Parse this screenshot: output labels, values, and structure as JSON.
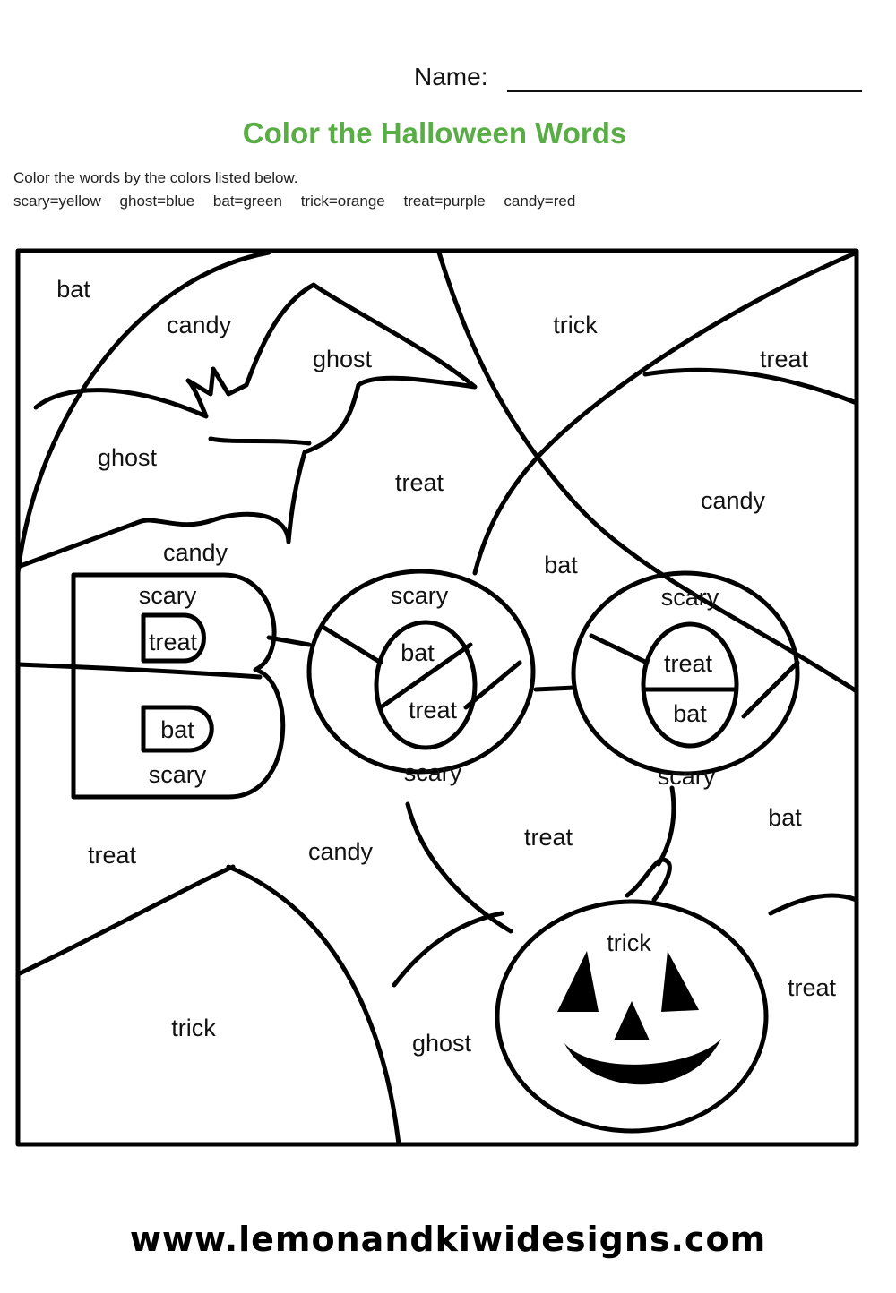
{
  "header": {
    "name_label": "Name:",
    "title": "Color the Halloween Words",
    "instruction": "Color the words by the colors listed below.",
    "key": [
      "scary=yellow",
      "ghost=blue",
      "bat=green",
      "trick=orange",
      "treat=purple",
      "candy=red"
    ]
  },
  "words": [
    "bat",
    "candy",
    "ghost",
    "trick",
    "treat",
    "ghost",
    "treat",
    "candy",
    "candy",
    "bat",
    "scary",
    "treat",
    "bat",
    "scary",
    "scary",
    "bat",
    "treat",
    "scary",
    "scary",
    "treat",
    "bat",
    "scary",
    "treat",
    "candy",
    "treat",
    "bat",
    "trick",
    "treat",
    "trick",
    "ghost"
  ],
  "footer": {
    "url": "www.lemonandkiwidesigns.com"
  }
}
